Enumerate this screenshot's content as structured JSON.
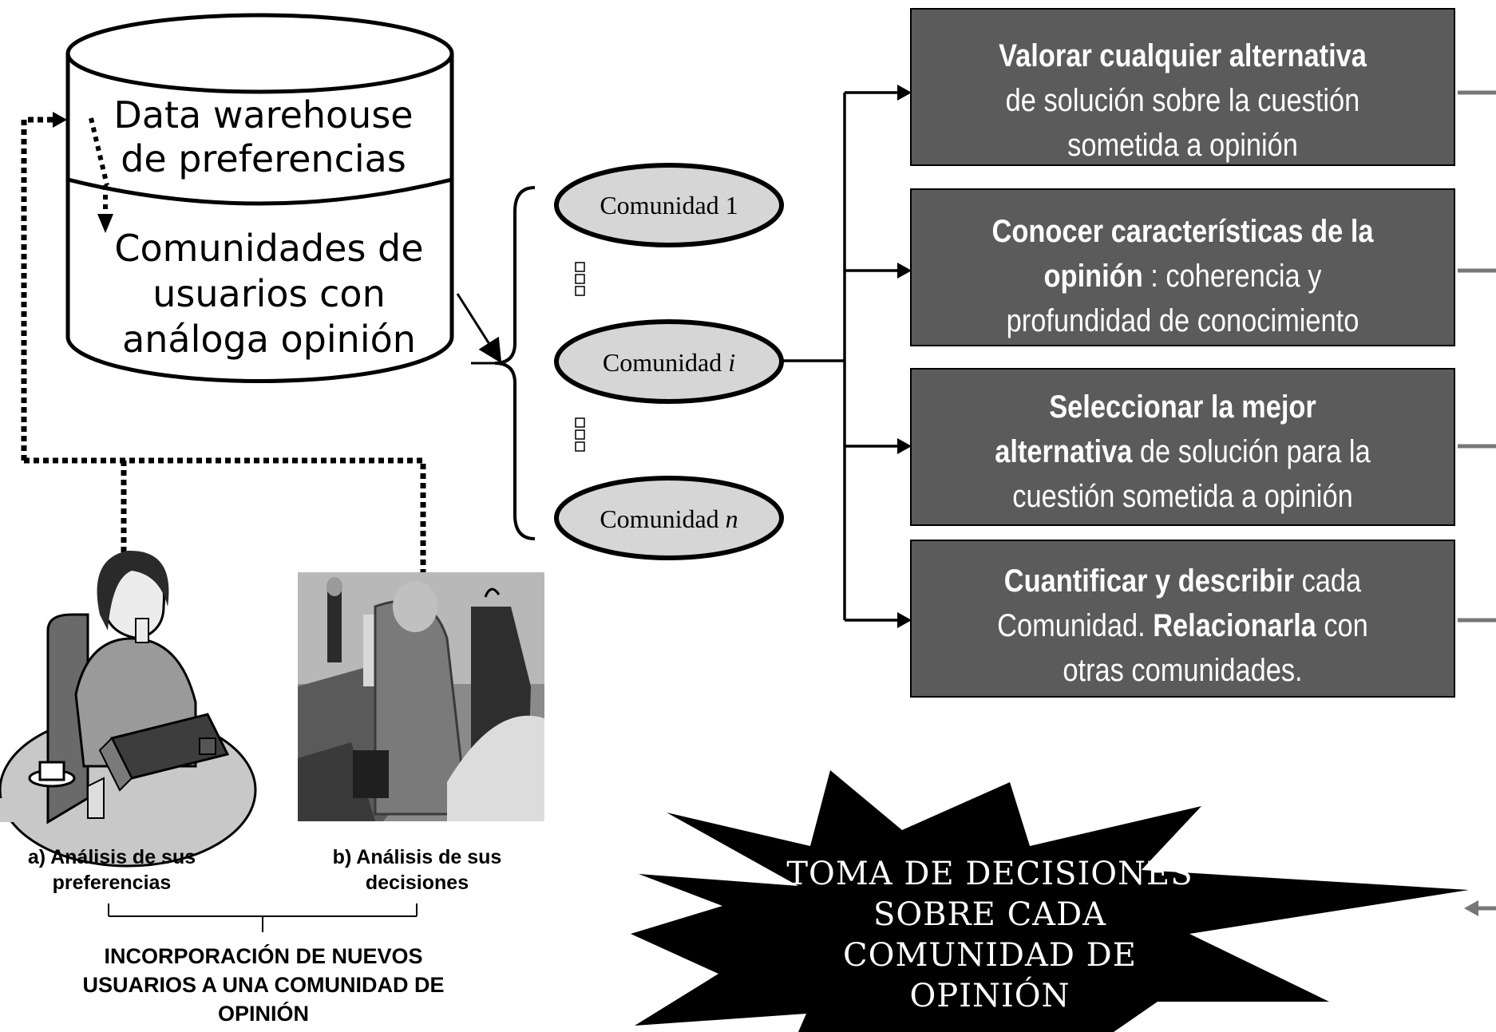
{
  "database": {
    "top_line1": "Data warehouse",
    "top_line2": "de preferencias",
    "bottom_line1": "Comunidades de",
    "bottom_line2": "usuarios con",
    "bottom_line3": "análoga opinión"
  },
  "communities": [
    {
      "prefix": "Comunidad",
      "suffix": "1",
      "suffix_italic": false
    },
    {
      "prefix": "Comunidad",
      "suffix": "i",
      "suffix_italic": true
    },
    {
      "prefix": "Comunidad",
      "suffix": "n",
      "suffix_italic": true
    }
  ],
  "objectives": [
    {
      "bold1": "Valorar cualquier alternativa",
      "normal1": "de solución sobre la cuestión sometida a opinión",
      "bold2": "",
      "normal2": ""
    },
    {
      "bold1": "Conocer características de la opinión",
      "normal1": " : coherencia y profundidad de conocimiento",
      "bold2": "",
      "normal2": ""
    },
    {
      "bold1": "Seleccionar la mejor alternativa",
      "normal1": " de solución para la cuestión sometida a opinión",
      "bold2": "",
      "normal2": ""
    },
    {
      "bold1": "Cuantificar y describir",
      "normal1": " cada Comunidad. ",
      "bold2": "Relacionarla",
      "normal2": " con otras comunidades."
    }
  ],
  "captions": {
    "left_line1": "a) Análisis de sus",
    "left_line2": "preferencias",
    "right_line1": "b) Análisis de sus",
    "right_line2": "decisiones",
    "incorporation_line1": "INCORPORACIÓN DE NUEVOS",
    "incorporation_line2": "USUARIOS A UNA COMUNIDAD DE",
    "incorporation_line3": "OPINIÓN"
  },
  "burst": {
    "line1": "Toma de decisiones",
    "line2": "sobre cada",
    "line3": "comunidad de",
    "line4": "opinión"
  },
  "colors": {
    "box_fill": "#5b5b5b",
    "ellipse_fill": "#d6d6d6",
    "burst_fill": "#000000",
    "connector": "#000000"
  }
}
